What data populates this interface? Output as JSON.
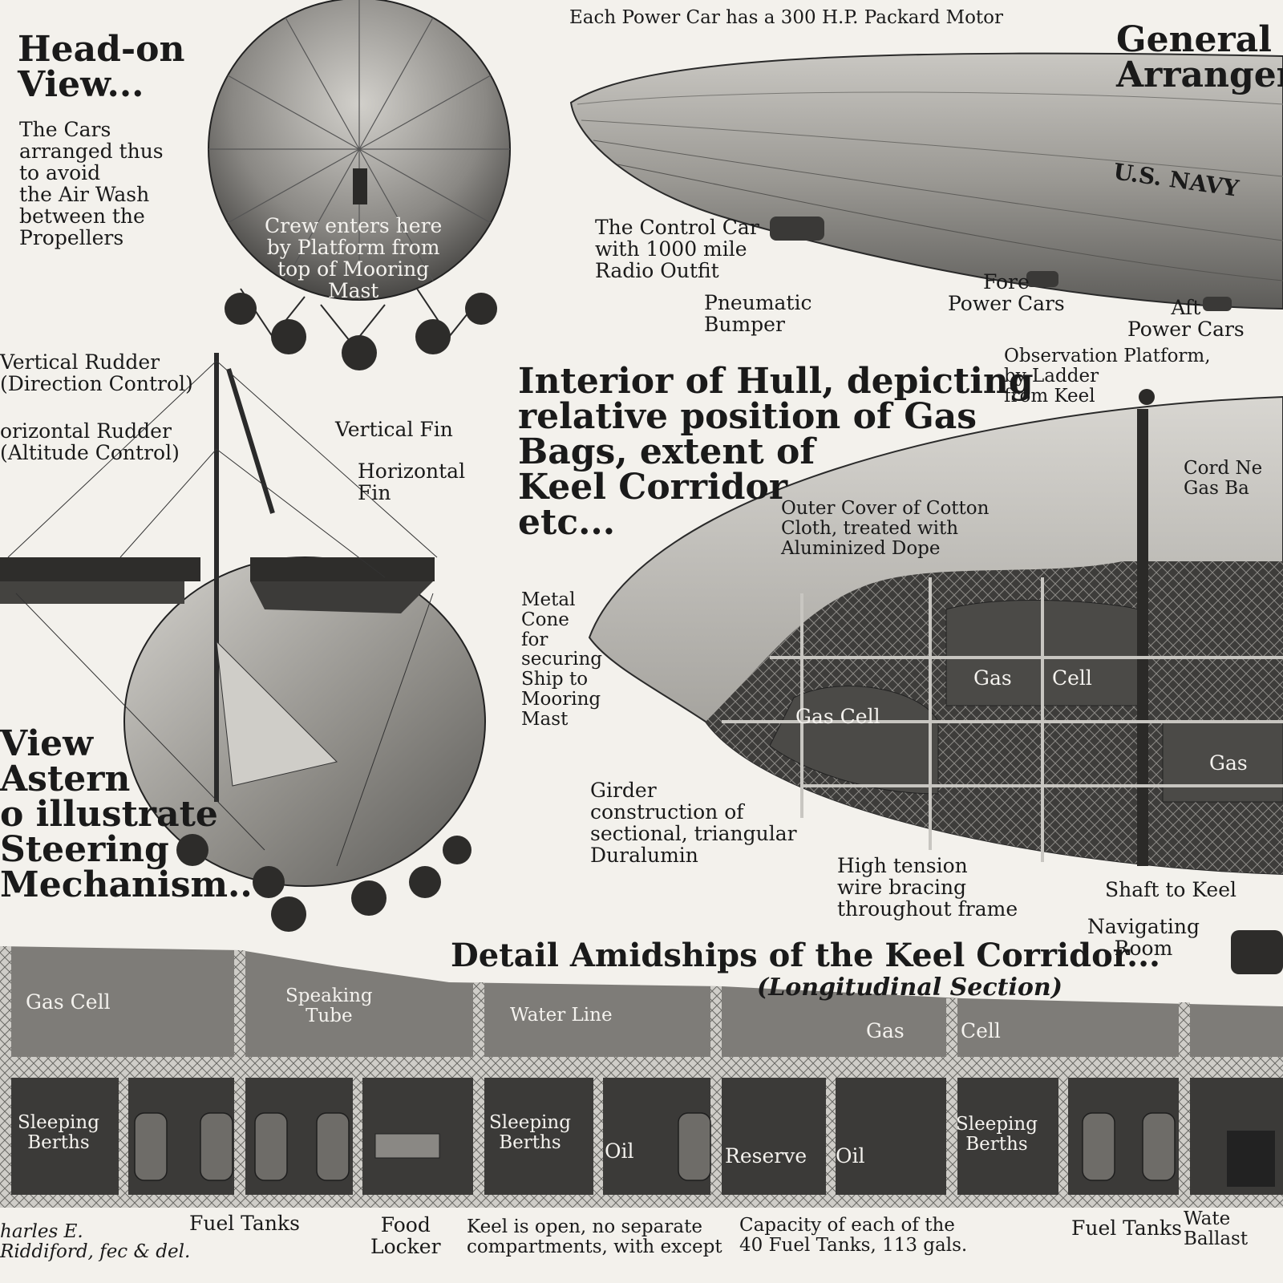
{
  "header_note": "Each Power Car has a 300 H.P. Packard Motor",
  "titles": {
    "general_arrangement": "General\nArranger",
    "head_on": "Head-on\nView...",
    "interior": "Interior of Hull, depicting\nrelative position of Gas\nBags, extent of\nKeel Corridor\netc...",
    "view_astern": "View\nAstern\no illustrate\nSteering\nMechanism..",
    "detail_amidships": "Detail Amidships of the Keel Corridor...",
    "detail_subtitle": "(Longitudinal Section)"
  },
  "hull_marking": "U.S. NAVY",
  "labels": {
    "head_on_note": "The Cars\narranged thus\nto avoid\nthe Air Wash\nbetween the\nPropellers",
    "crew_enters": "Crew enters here\nby Platform from\ntop of Mooring\nMast",
    "control_car": "The Control Car\nwith 1000 mile\nRadio Outfit",
    "pneumatic_bumper": "Pneumatic\nBumper",
    "fore_power_cars": "Fore\nPower Cars",
    "aft_power_cars": "Aft\nPower Cars",
    "observation_platform": "Observation Platform,\nby Ladder\nfrom Keel",
    "cord_net": "Cord Ne\nGas Ba",
    "vertical_rudder": "Vertical Rudder\n(Direction Control)",
    "horizontal_rudder": "orizontal Rudder\n(Altitude Control)",
    "vertical_fin": "Vertical Fin",
    "horizontal_fin": "Horizontal\nFin",
    "outer_cover": "Outer Cover of Cotton\nCloth, treated with\nAluminized Dope",
    "metal_cone": "Metal\nCone\nfor\nsecuring\nShip to\nMooring\nMast",
    "gas_cell_1": "Gas Cell",
    "gas_cell_2a": "Gas",
    "gas_cell_2b": "Cell",
    "gas_cell_3": "Gas",
    "girder": "Girder\nconstruction of\nsectional, triangular\nDuralumin",
    "high_tension": "High tension\nwire bracing\nthroughout frame",
    "shaft_to_keel": "Shaft to Keel",
    "navigating_room": "Navigating\nRoom"
  },
  "keel_section": {
    "gas_cell_left": "Gas Cell",
    "speaking_tube": "Speaking\nTube",
    "water_line": "Water Line",
    "gas_right": "Gas",
    "cell_right": "Cell",
    "sleeping_berths": "Sleeping\nBerths",
    "oil": "Oil",
    "reserve": "Reserve",
    "oil_2": "Oil"
  },
  "footer": {
    "signature": "harles E.\nRiddiford, fec & del.",
    "fuel_tanks_1": "Fuel Tanks",
    "food_locker": "Food\nLocker",
    "keel_open": "Keel is open, no separate\ncompartments, with except",
    "capacity": "Capacity of each of the\n40 Fuel Tanks, 113 gals.",
    "fuel_tanks_2": "Fuel Tanks",
    "water_ballast": "Wate\nBallast"
  }
}
